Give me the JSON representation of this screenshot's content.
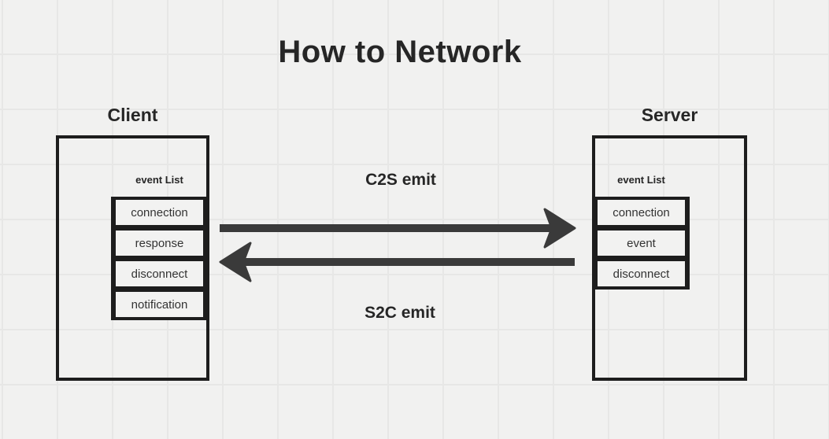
{
  "title": "How to Network",
  "colors": {
    "background": "#f1f1f0",
    "grid": "#e7e7e6",
    "ink": "#262626",
    "border": "#1d1d1d",
    "arrow": "#3a3a3a",
    "row_text": "#333333",
    "row_bg": "#f2f2f1"
  },
  "client": {
    "label": "Client",
    "list_title": "event List",
    "events": [
      "connection",
      "response",
      "disconnect",
      "notification"
    ]
  },
  "server": {
    "label": "Server",
    "list_title": "event List",
    "events": [
      "connection",
      "event",
      "disconnect"
    ]
  },
  "arrows": {
    "c2s_label": "C2S emit",
    "s2c_label": "S2C emit"
  }
}
